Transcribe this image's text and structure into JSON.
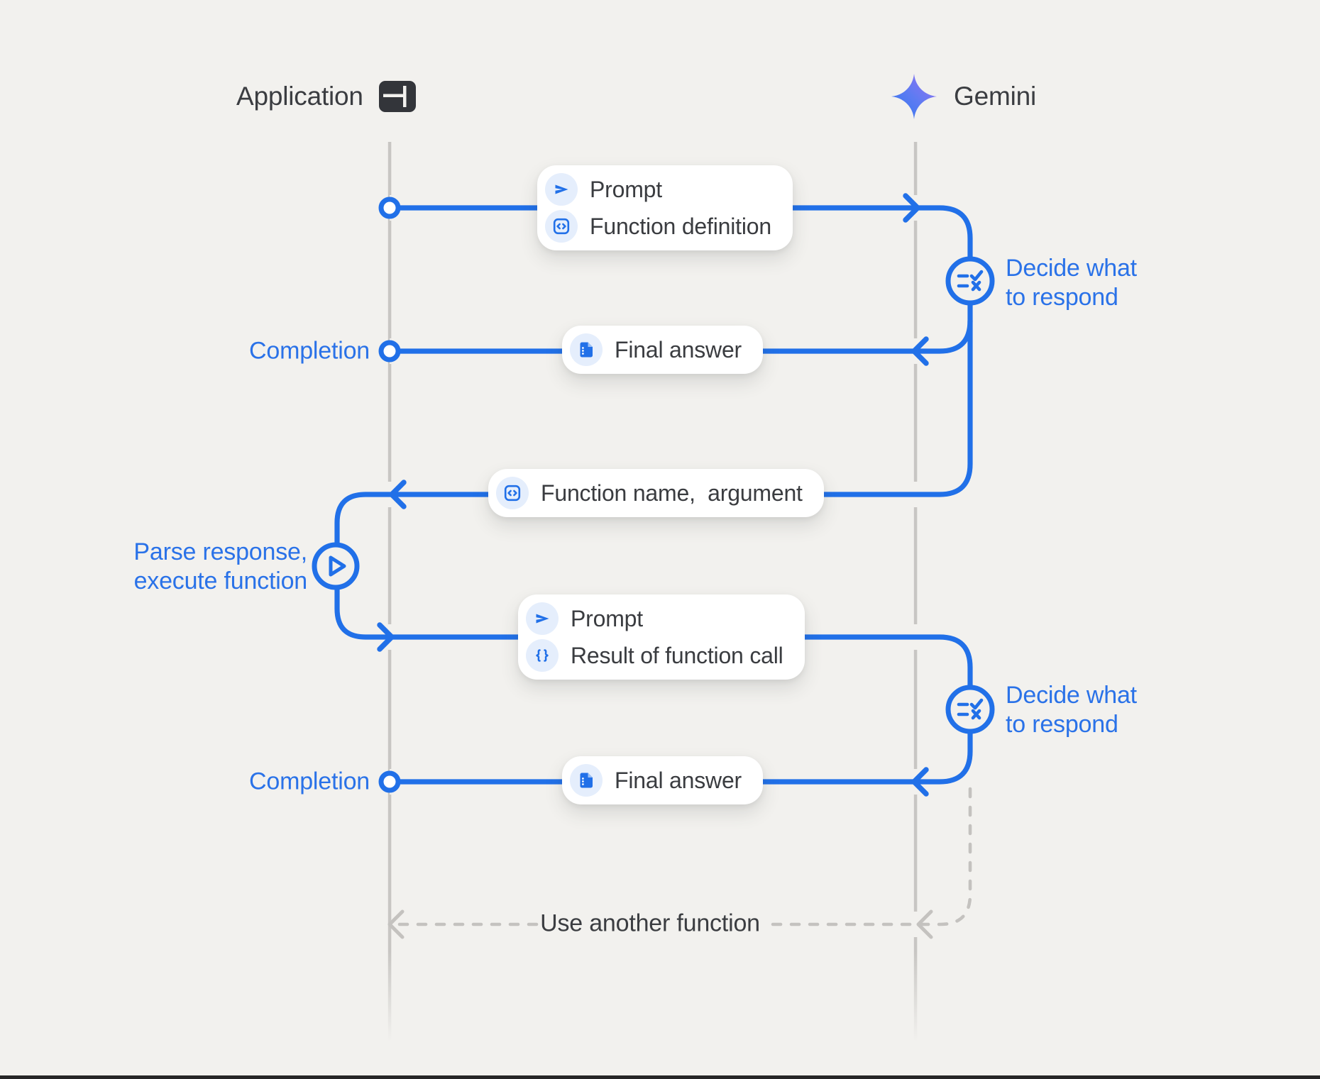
{
  "colors": {
    "background": "#f2f1ee",
    "blue": "#2170e8",
    "lifeline_gray": "#c8c6c3",
    "dark_text": "#3b3d41",
    "chip_background": "#e5eefc",
    "pill_background": "#ffffff"
  },
  "actors": {
    "application": {
      "label": "Application",
      "icon": "app-window-icon"
    },
    "gemini": {
      "label": "Gemini",
      "icon": "gemini-sparkle-icon"
    }
  },
  "pills": {
    "prompt_function_definition": {
      "rows": [
        {
          "icon": "send-icon",
          "label": "Prompt"
        },
        {
          "icon": "code-icon",
          "label": "Function definition"
        }
      ]
    },
    "final_answer_1": {
      "rows": [
        {
          "icon": "document-icon",
          "label": "Final answer"
        }
      ]
    },
    "function_name_argument": {
      "rows": [
        {
          "icon": "code-icon",
          "label": "Function name,  argument"
        }
      ]
    },
    "prompt_function_result": {
      "rows": [
        {
          "icon": "send-icon",
          "label": "Prompt"
        },
        {
          "icon": "braces-icon",
          "label": "Result of function call"
        }
      ]
    },
    "final_answer_2": {
      "rows": [
        {
          "icon": "document-icon",
          "label": "Final answer"
        }
      ]
    }
  },
  "annotations": {
    "completion_1": "Completion",
    "completion_2": "Completion",
    "decide_1": "Decide what\nto respond",
    "decide_2": "Decide what\nto respond",
    "parse_execute": "Parse response,\nexecute function",
    "use_another_function": "Use another function"
  }
}
